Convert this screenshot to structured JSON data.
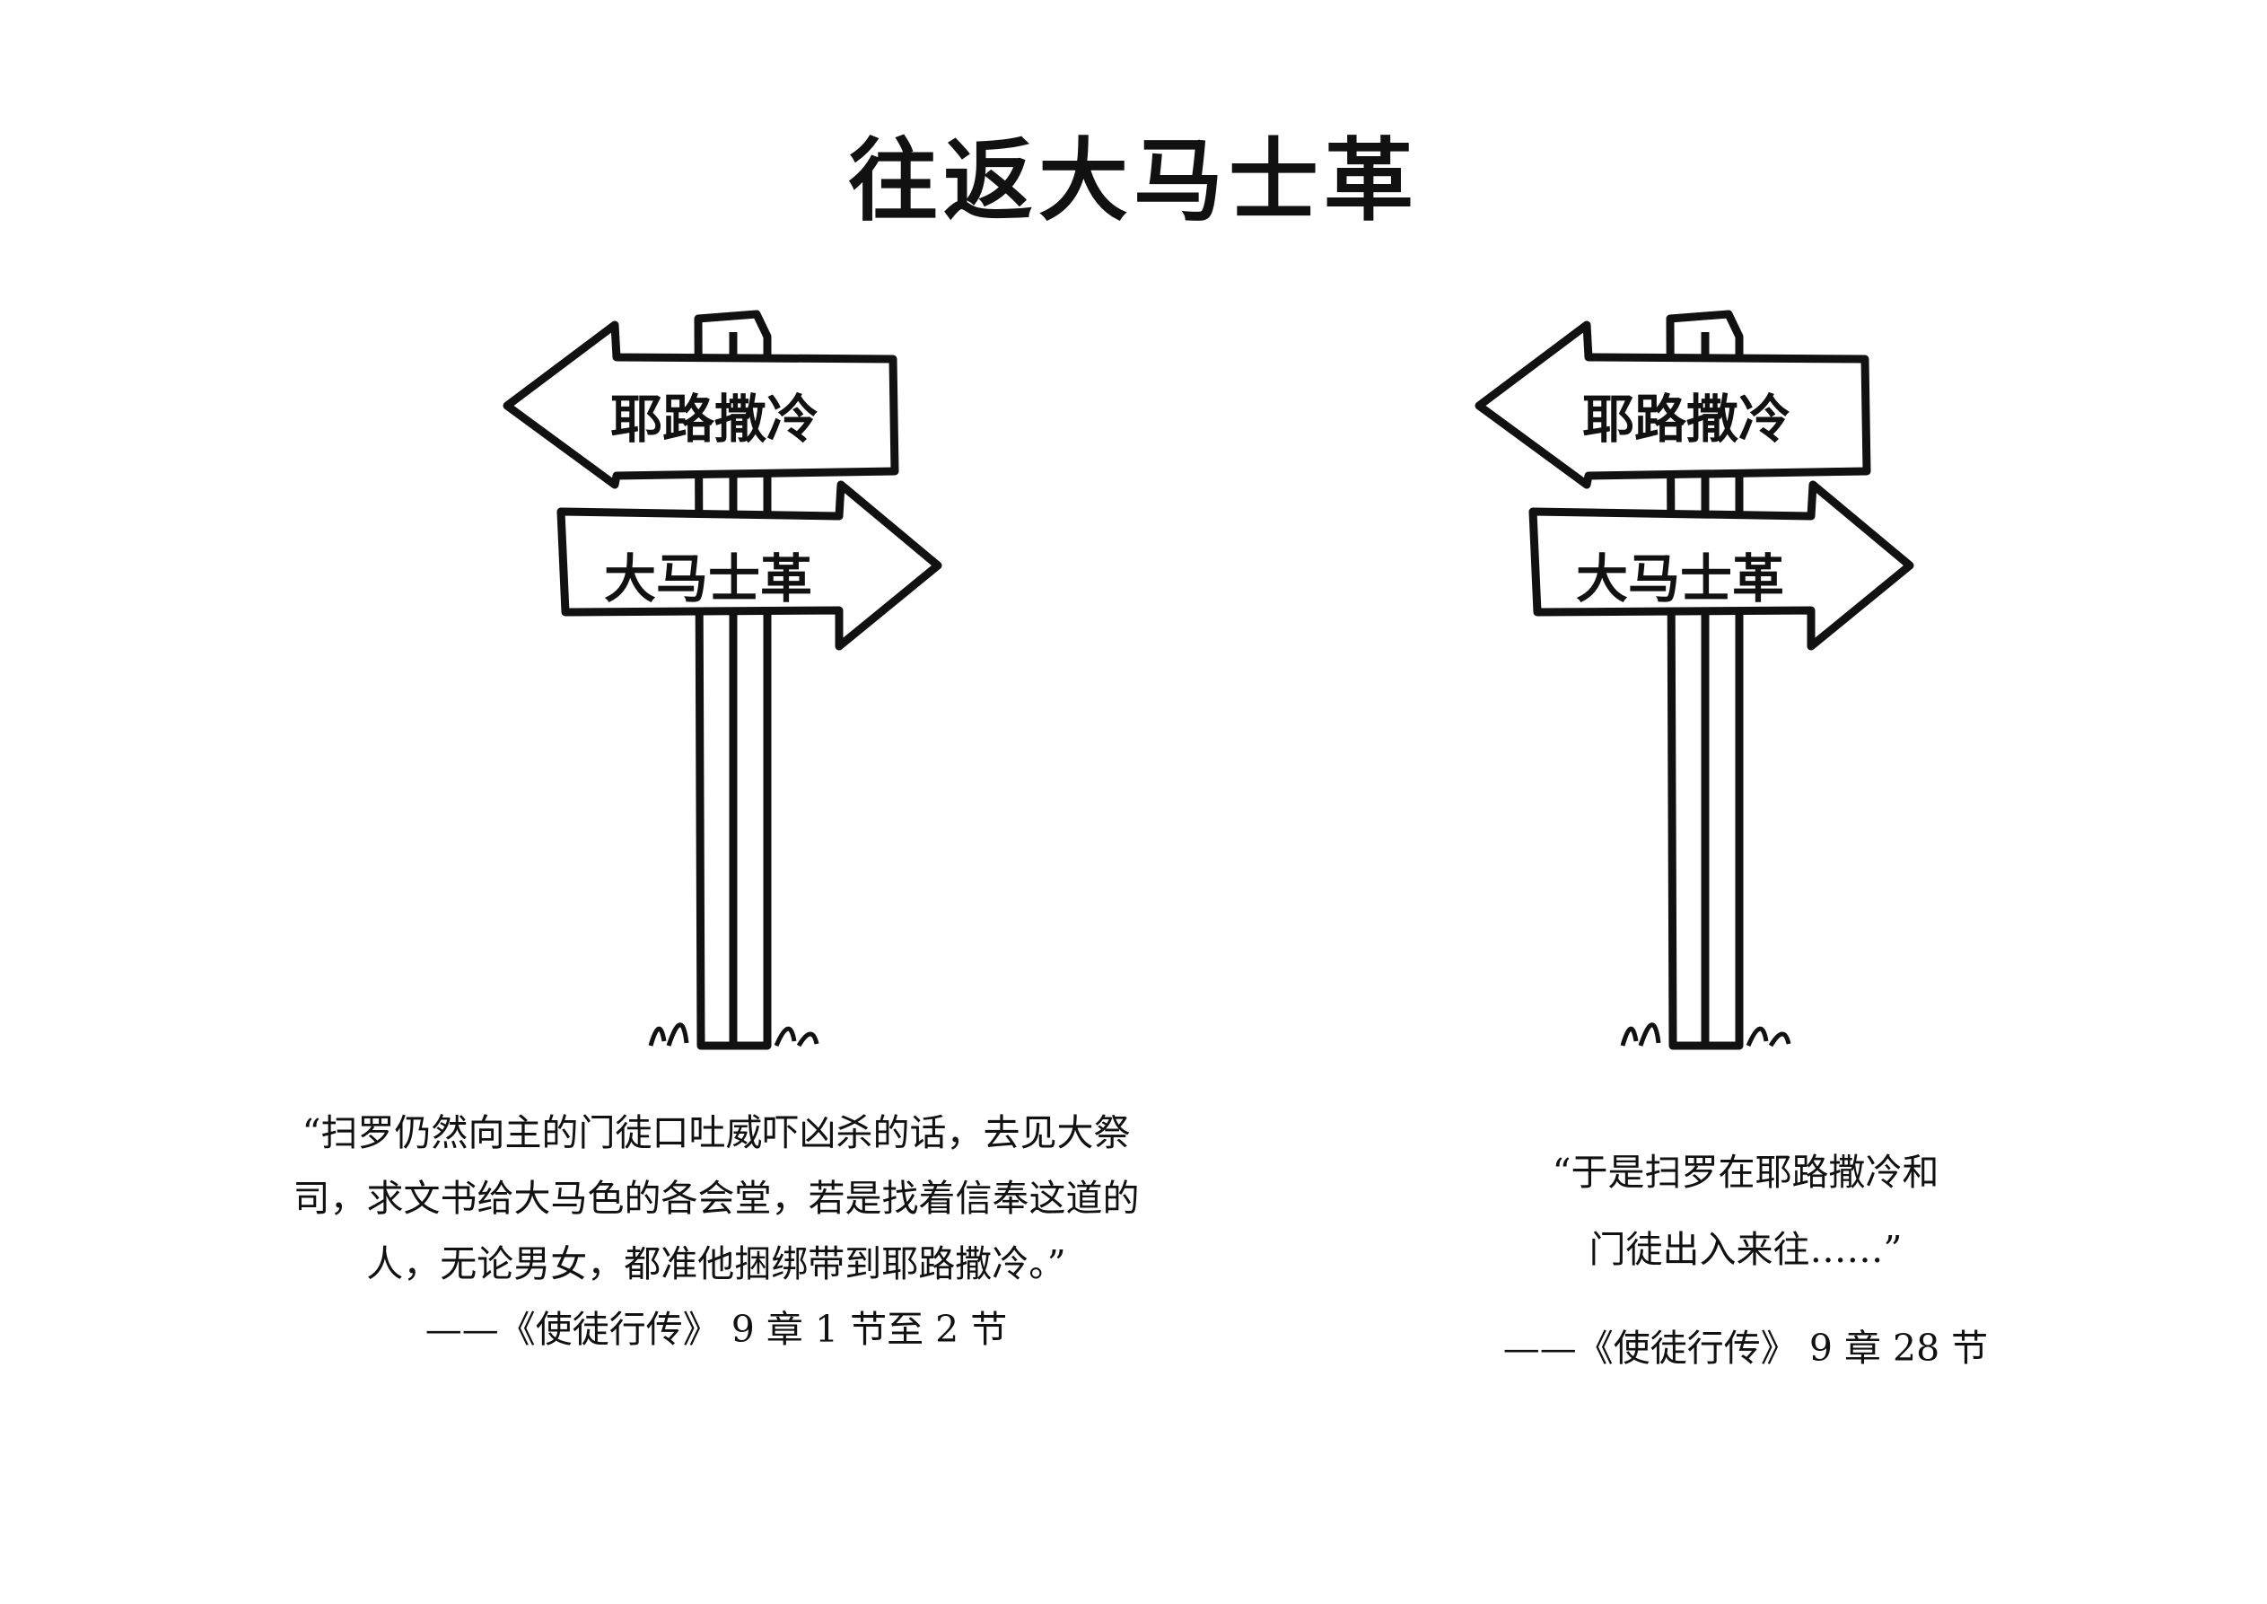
{
  "title": "往返大马士革",
  "signs": [
    {
      "left_arrow": "耶路撒冷",
      "right_arrow": "大马士革"
    },
    {
      "left_arrow": "耶路撒冷",
      "right_arrow": "大马士革"
    }
  ],
  "quotes": [
    {
      "lines": [
        "“扫罗仍然向主的门徒口吐威吓凶杀的话，去见大祭",
        "司，求文书给大马色的各会堂，若是找着信奉这道的",
        "人，无论男女，都准他捆绑带到耶路撒冷。”"
      ],
      "source": "——《使徒行传》 9 章 1 节至 2 节"
    },
    {
      "lines": [
        "“于是扫罗在耶路撒冷和",
        "门徒出入来往……”"
      ],
      "source": "——《使徒行传》 9 章 28 节"
    }
  ]
}
